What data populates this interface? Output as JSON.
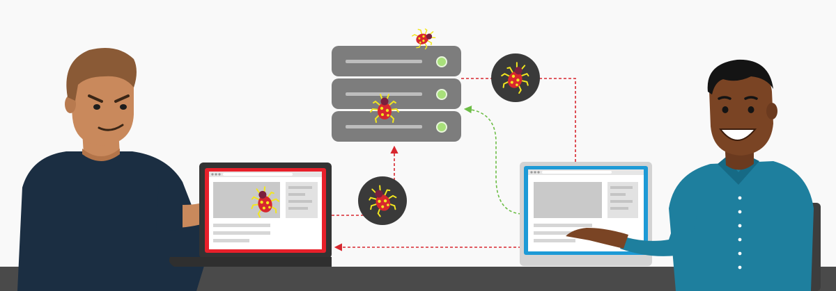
{
  "scene": {
    "attacker": "attacker-person",
    "victim": "victim-person",
    "server": "web-server",
    "bug": "bug-icon"
  },
  "colors": {
    "background": "#f9f9f9",
    "desk": "#4a4a4a",
    "attacker_laptop_accent": "#e8202a",
    "victim_laptop_accent": "#1d9ad6",
    "server": "#7d7d7d",
    "server_led": "#a8e07a",
    "bug_body": "#e8202a",
    "bug_spots": "#f2e61f",
    "attack_arrow": "#d7262e",
    "request_arrow": "#6cbd45",
    "bug_badge": "#3a3a3a"
  }
}
